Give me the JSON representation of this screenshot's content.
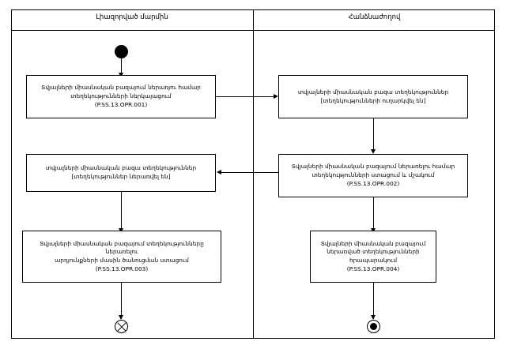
{
  "lanes": [
    {
      "title": "Լիազորված մարմին"
    },
    {
      "title": "Հանձնաժողով"
    }
  ],
  "nodes": [
    {
      "id": "a1",
      "text": "Տվյալների միասնական բազայում ներառյու համար\nտեղեկությունների ներկայացում\n(P.SS.13.OPR.001)"
    },
    {
      "id": "a2",
      "text": "տվյալների միասնական բազա տեղեկություններ\n[տեղեկությունների ուղարկվել են]"
    },
    {
      "id": "a3",
      "text": "Տվյալների միասնական բազայում ներառելու համար\nտեղեկությունների ստացում և մշակում\n(P.SS.13.OPR.002)"
    },
    {
      "id": "a4",
      "text": "տվյալների միասնական բազա տեղեկություններ\n[տեղեկություններ ներառվել են]"
    },
    {
      "id": "a5",
      "text": "Տվյալների միասնական բազայում ներառված տեղեկությունների\nհրապարակում\n(P.SS.13.OPR.004)"
    },
    {
      "id": "a6",
      "text": "Տվյալների միասնական բազայում տեղեկությունները ներառելու\nարդյունքների մասին ծանուցման ստացում\n(P.SS.13.OPR.003)"
    }
  ],
  "markers": {
    "start": "start-node",
    "abort": "abort-node",
    "end": "end-node"
  }
}
